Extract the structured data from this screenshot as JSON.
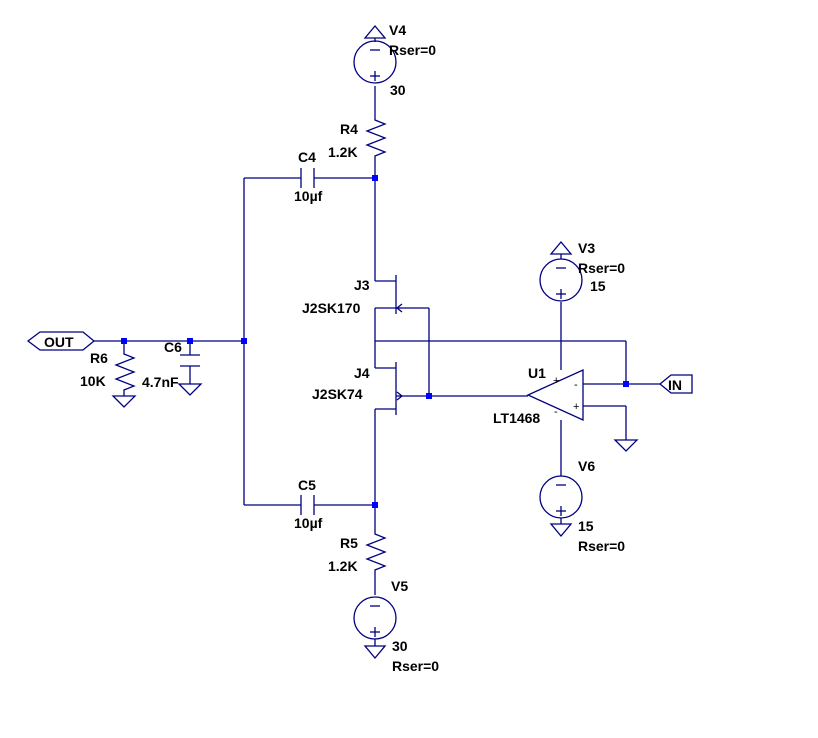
{
  "sources": {
    "v4": {
      "name": "V4",
      "rser": "Rser=0",
      "value": "30"
    },
    "v3": {
      "name": "V3",
      "rser": "Rser=0",
      "value": "15"
    },
    "v6": {
      "name": "V6",
      "rser": "Rser=0",
      "value": "15"
    },
    "v5": {
      "name": "V5",
      "rser": "Rser=0",
      "value": "30"
    }
  },
  "resistors": {
    "r4": {
      "name": "R4",
      "value": "1.2K"
    },
    "r5": {
      "name": "R5",
      "value": "1.2K"
    },
    "r6": {
      "name": "R6",
      "value": "10K"
    }
  },
  "capacitors": {
    "c4": {
      "name": "C4",
      "value": "10µf"
    },
    "c5": {
      "name": "C5",
      "value": "10µf"
    },
    "c6": {
      "name": "C6",
      "value": "4.7nF"
    }
  },
  "jfets": {
    "j3": {
      "name": "J3",
      "model": "J2SK170"
    },
    "j4": {
      "name": "J4",
      "model": "J2SK74"
    }
  },
  "opamp": {
    "name": "U1",
    "model": "LT1468",
    "plus": "+",
    "minus": "-",
    "pin_plus": "+",
    "pin_minus": "-"
  },
  "ports": {
    "out": "OUT",
    "in": "IN"
  },
  "colors": {
    "wire": "#000080",
    "junction": "#0000ff",
    "text": "#000000"
  }
}
